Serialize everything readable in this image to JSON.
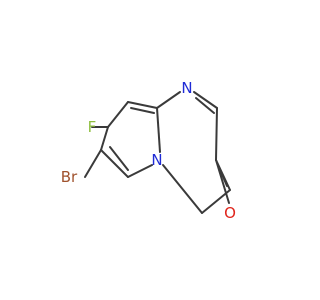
{
  "molecule": {
    "atoms": {
      "F": {
        "text": "F",
        "color": "#8fbf3f"
      },
      "Br": {
        "text": "Br",
        "color": "#a0522d"
      },
      "N_ring": {
        "text": "N",
        "color": "#1f2bd6"
      },
      "N_bridge": {
        "text": "N",
        "color": "#1f2bd6"
      },
      "O": {
        "text": "O",
        "color": "#e0241b"
      }
    },
    "bond_color": "#3a3a3a"
  }
}
